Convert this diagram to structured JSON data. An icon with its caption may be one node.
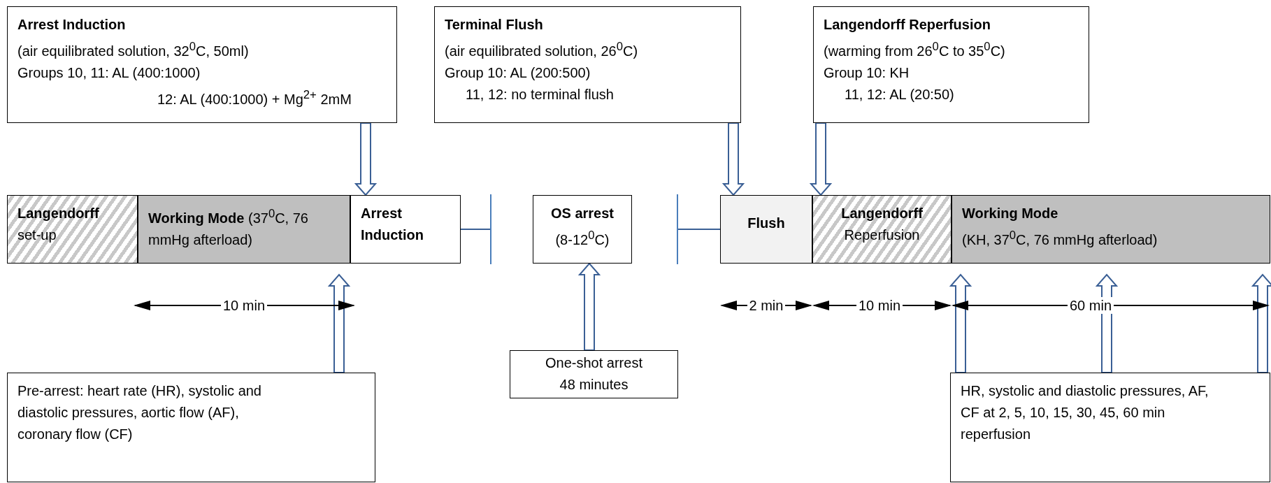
{
  "diagram": {
    "nodes": [
      {
        "text": [
          "Arrest Induction",
          "(air equilibrated solution, 32$^{0}$C, 50ml)",
          "Groups 10, 11: AL (400:1000)",
          "12: AL (400:1000) + Mg$^{2+}$ 2mM"
        ]
      },
      {
        "text": [
          "Terminal Flush",
          "(air equilibrated solution, 26$^{0}$C)",
          "Group 10: AL (200:500)",
          "11, 12: no terminal flush"
        ]
      },
      {
        "text": [
          "Langendorff  Reperfusion",
          "(warming from 26$^{0}$C to 35$^{0}$C)",
          "Group 10: KH",
          "11, 12: AL (20:50)"
        ]
      },
      {
        "text": [
          "Langendorff",
          "set-up"
        ]
      },
      {
        "text": [
          "Working Mode",
          "(37$^{0}$C, 76 mmHg afterload)"
        ]
      },
      {
        "text": [
          "Arrest Induction"
        ]
      },
      {
        "text": [
          "OS arrest",
          "(8-12$^{0}$C)"
        ]
      },
      {
        "text": [
          "Flush"
        ]
      },
      {
        "text": [
          "Langendorff",
          "Reperfusion"
        ]
      },
      {
        "text": [
          "Working Mode",
          "(KH, 37$^{0}$C, 76 mmHg afterload)"
        ]
      },
      {
        "text": [
          "One-shot arrest 48 minutes"
        ]
      },
      {
        "text": [
          "Pre-arrest:  heart rate (HR), systolic and diastolic pressures, aortic flow (AF), coronary flow (CF)"
        ]
      },
      {
        "text": [
          "HR, systolic and diastolic pressures, AF, CF at 2, 5, 10, 15, 30, 45, 60 min reperfusion"
        ]
      }
    ],
    "edges": [
      {
        "from": 0,
        "to": 5,
        "arrow": "to"
      },
      {
        "from": 1,
        "to": 7,
        "arrow": "to"
      },
      {
        "from": 2,
        "to": 8,
        "arrow": "to"
      },
      {
        "from": 5,
        "to": null,
        "arrow": "other"
      },
      {
        "from": null,
        "to": 7,
        "arrow": "other"
      },
      {
        "from": 10,
        "to": 6,
        "arrow": "to"
      },
      {
        "from": 11,
        "to": null,
        "arrow": "to"
      },
      {
        "from": 12,
        "to": null,
        "arrow": "to"
      },
      {
        "from": 12,
        "to": null,
        "arrow": "to"
      },
      {
        "from": 12,
        "to": null,
        "arrow": "to"
      }
    ],
    "labels": [
      "10 min",
      "2 min",
      "10 min",
      "60 min"
    ]
  }
}
